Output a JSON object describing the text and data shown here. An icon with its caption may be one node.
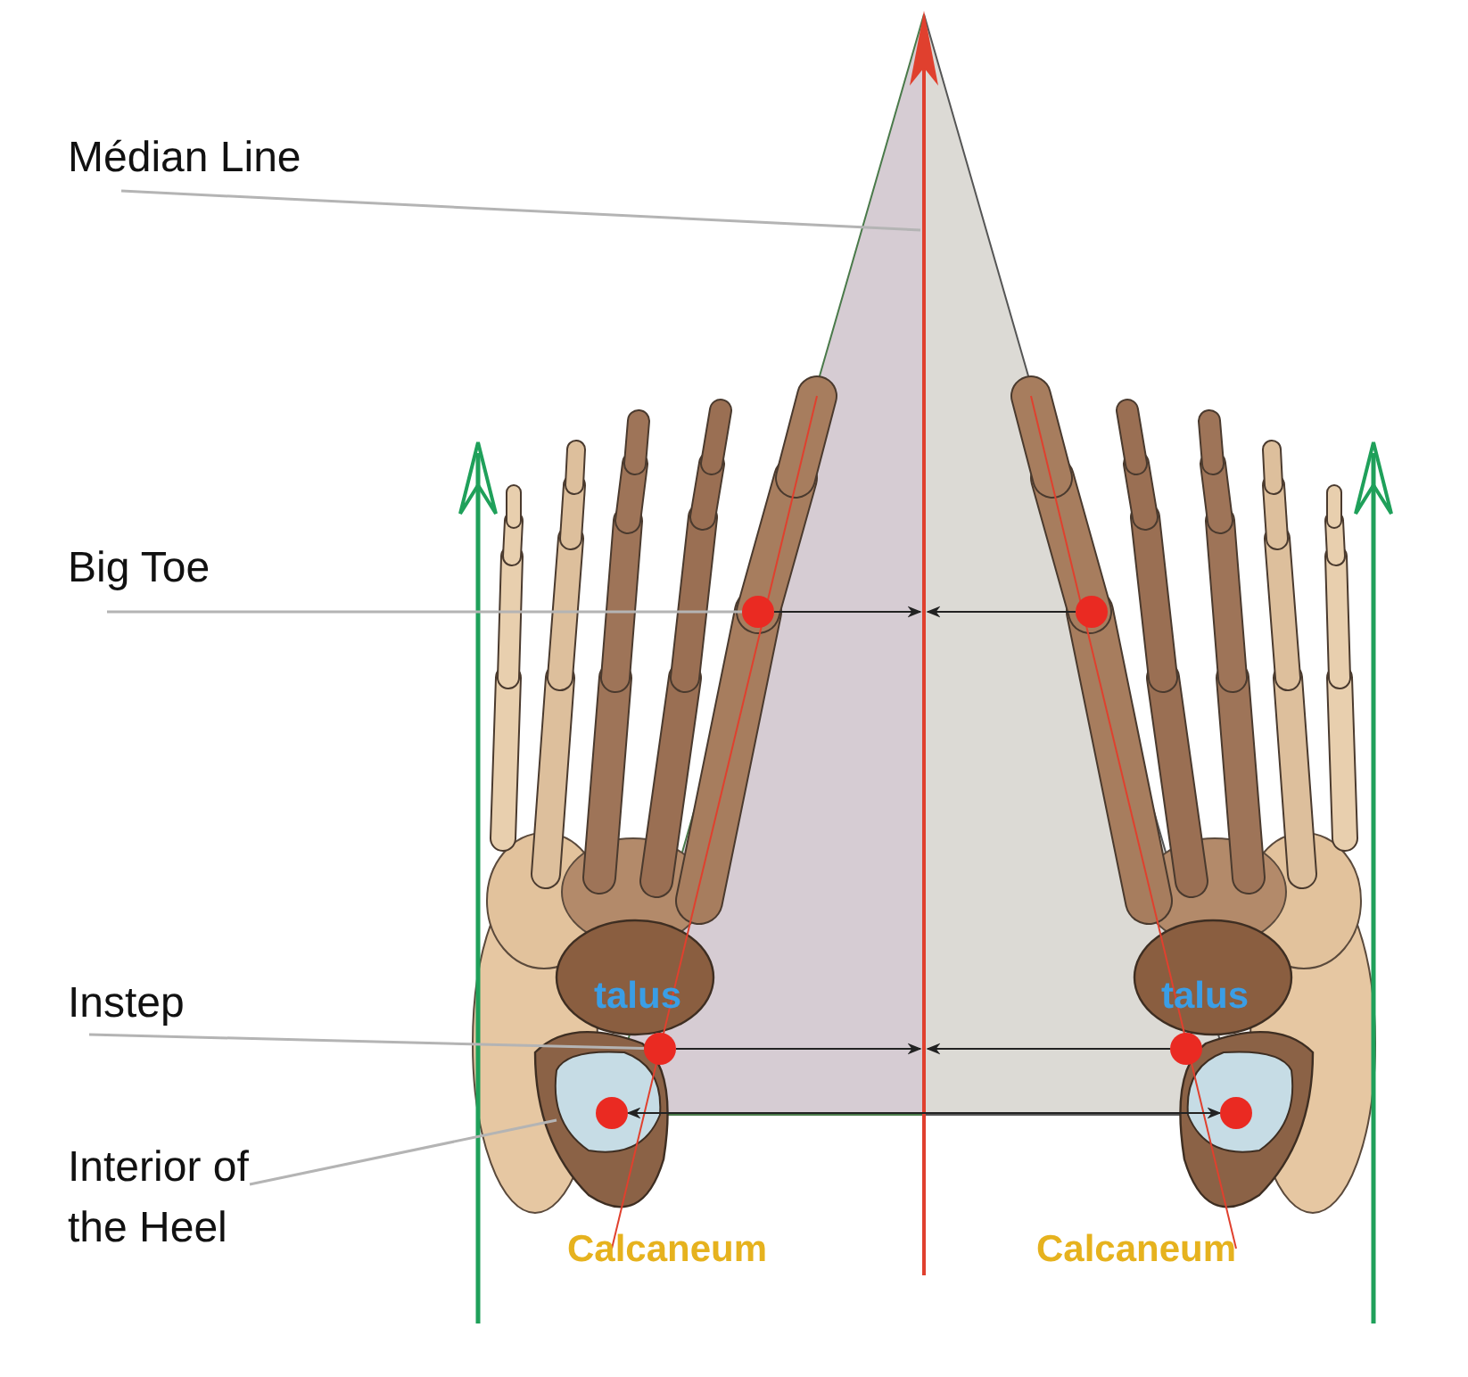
{
  "diagram": {
    "nodes": [
      {
        "text": [
          "Médian Line"
        ]
      },
      {
        "text": [
          "Big Toe"
        ]
      },
      {
        "text": [
          "Instep"
        ]
      },
      {
        "text": [
          "Interior of the Heel"
        ]
      },
      {
        "text": [],
        "shape": "circle"
      },
      {
        "text": [],
        "shape": "circle"
      },
      {
        "text": [],
        "shape": "circle"
      },
      {
        "text": [],
        "shape": "circle"
      },
      {
        "text": [],
        "shape": "circle"
      },
      {
        "text": [],
        "shape": "circle"
      }
    ],
    "edges": [
      {
        "from": 0,
        "to": null,
        "arrow": "none",
        "color": "#b4b4b4"
      },
      {
        "from": 1,
        "to": 4,
        "arrow": "none",
        "color": "#b4b4b4"
      },
      {
        "from": 2,
        "to": 6,
        "arrow": "none",
        "color": "#b4b4b4"
      },
      {
        "from": 3,
        "to": null,
        "arrow": "none",
        "color": "#b4b4b4"
      },
      {
        "from": 4,
        "to": null,
        "arrow": "to"
      },
      {
        "from": 5,
        "to": null,
        "arrow": "to"
      },
      {
        "from": 6,
        "to": null,
        "arrow": "to"
      },
      {
        "from": 7,
        "to": null,
        "arrow": "to"
      },
      {
        "from": 8,
        "to": 9,
        "arrow": "both"
      }
    ],
    "labels": [
      "talus",
      "talus",
      "Calcaneum",
      "Calcaneum"
    ]
  }
}
